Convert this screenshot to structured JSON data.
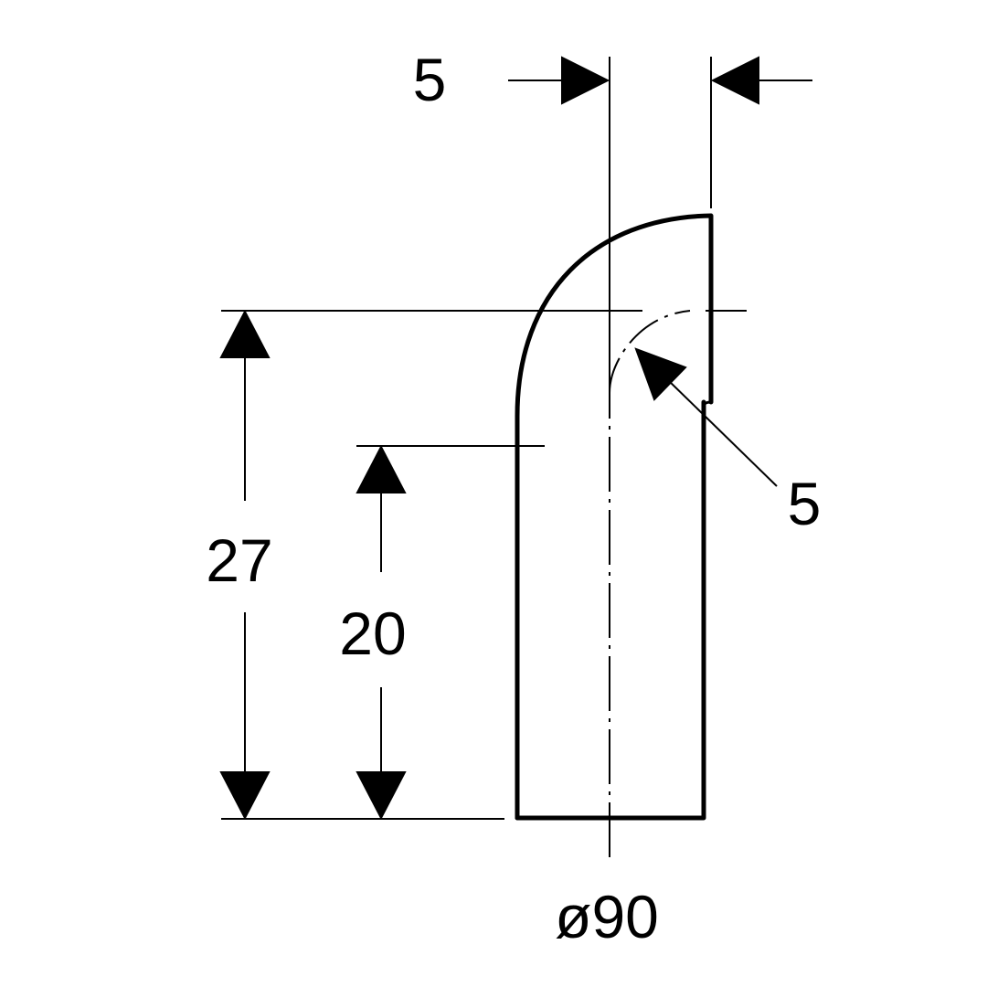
{
  "drawing": {
    "dimensions": {
      "top_offset": "5",
      "bend_radius": "5",
      "total_height": "27",
      "straight_height": "20",
      "diameter": "ø90"
    },
    "colors": {
      "line": "#000000",
      "background": "#ffffff"
    }
  }
}
